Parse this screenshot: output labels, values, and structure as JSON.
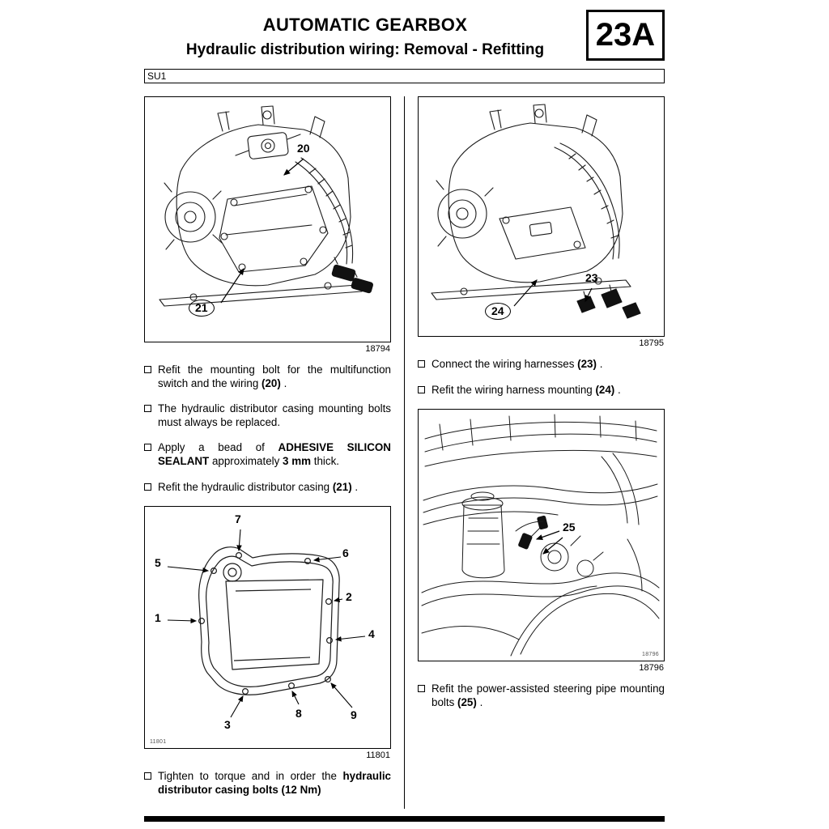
{
  "colors": {
    "ink": "#000000",
    "paper": "#ffffff"
  },
  "icons": {
    "bullet": "hollow-square"
  },
  "header": {
    "title": "AUTOMATIC GEARBOX",
    "subtitle": "Hydraulic distribution wiring: Removal - Refitting",
    "section_code": "23A",
    "su_label": "SU1"
  },
  "left": {
    "fig1": {
      "ref": "18794",
      "callouts": {
        "c20": "20",
        "c21": "21"
      }
    },
    "bullets1": [
      {
        "segments": [
          {
            "t": "Refit the mounting bolt for the multifunction switch and the wiring "
          },
          {
            "t": "(20)",
            "b": true
          },
          {
            "t": " ."
          }
        ]
      },
      {
        "segments": [
          {
            "t": "The hydraulic distributor casing mounting bolts must always be replaced."
          }
        ]
      },
      {
        "segments": [
          {
            "t": "Apply a bead of "
          },
          {
            "t": "ADHESIVE SILICON SEALANT",
            "b": true
          },
          {
            "t": " approximately "
          },
          {
            "t": "3 mm",
            "b": true
          },
          {
            "t": " thick."
          }
        ]
      },
      {
        "segments": [
          {
            "t": "Refit the hydraulic distributor casing "
          },
          {
            "t": "(21)",
            "b": true
          },
          {
            "t": " ."
          }
        ]
      }
    ],
    "fig2": {
      "ref": "11801",
      "inside_ref": "11801",
      "callouts": {
        "c1": "1",
        "c2": "2",
        "c3": "3",
        "c4": "4",
        "c5": "5",
        "c6": "6",
        "c7": "7",
        "c8": "8",
        "c9": "9"
      }
    },
    "bullets2": [
      {
        "segments": [
          {
            "t": "Tighten to torque and in order the "
          },
          {
            "t": "hydraulic distributor casing bolts (12 Nm)",
            "b": true
          }
        ]
      }
    ]
  },
  "right": {
    "fig3": {
      "ref": "18795",
      "callouts": {
        "c23": "23",
        "c24": "24"
      }
    },
    "bullets1": [
      {
        "segments": [
          {
            "t": "Connect the wiring harnesses "
          },
          {
            "t": "(23)",
            "b": true
          },
          {
            "t": " ."
          }
        ]
      },
      {
        "segments": [
          {
            "t": "Refit the wiring harness mounting "
          },
          {
            "t": "(24)",
            "b": true
          },
          {
            "t": " ."
          }
        ]
      }
    ],
    "fig4": {
      "ref": "18796",
      "inside_ref": "18796",
      "callouts": {
        "c25": "25"
      }
    },
    "bullets2": [
      {
        "segments": [
          {
            "t": "Refit the power-assisted steering pipe mounting bolts "
          },
          {
            "t": "(25)",
            "b": true
          },
          {
            "t": " ."
          }
        ]
      }
    ]
  }
}
